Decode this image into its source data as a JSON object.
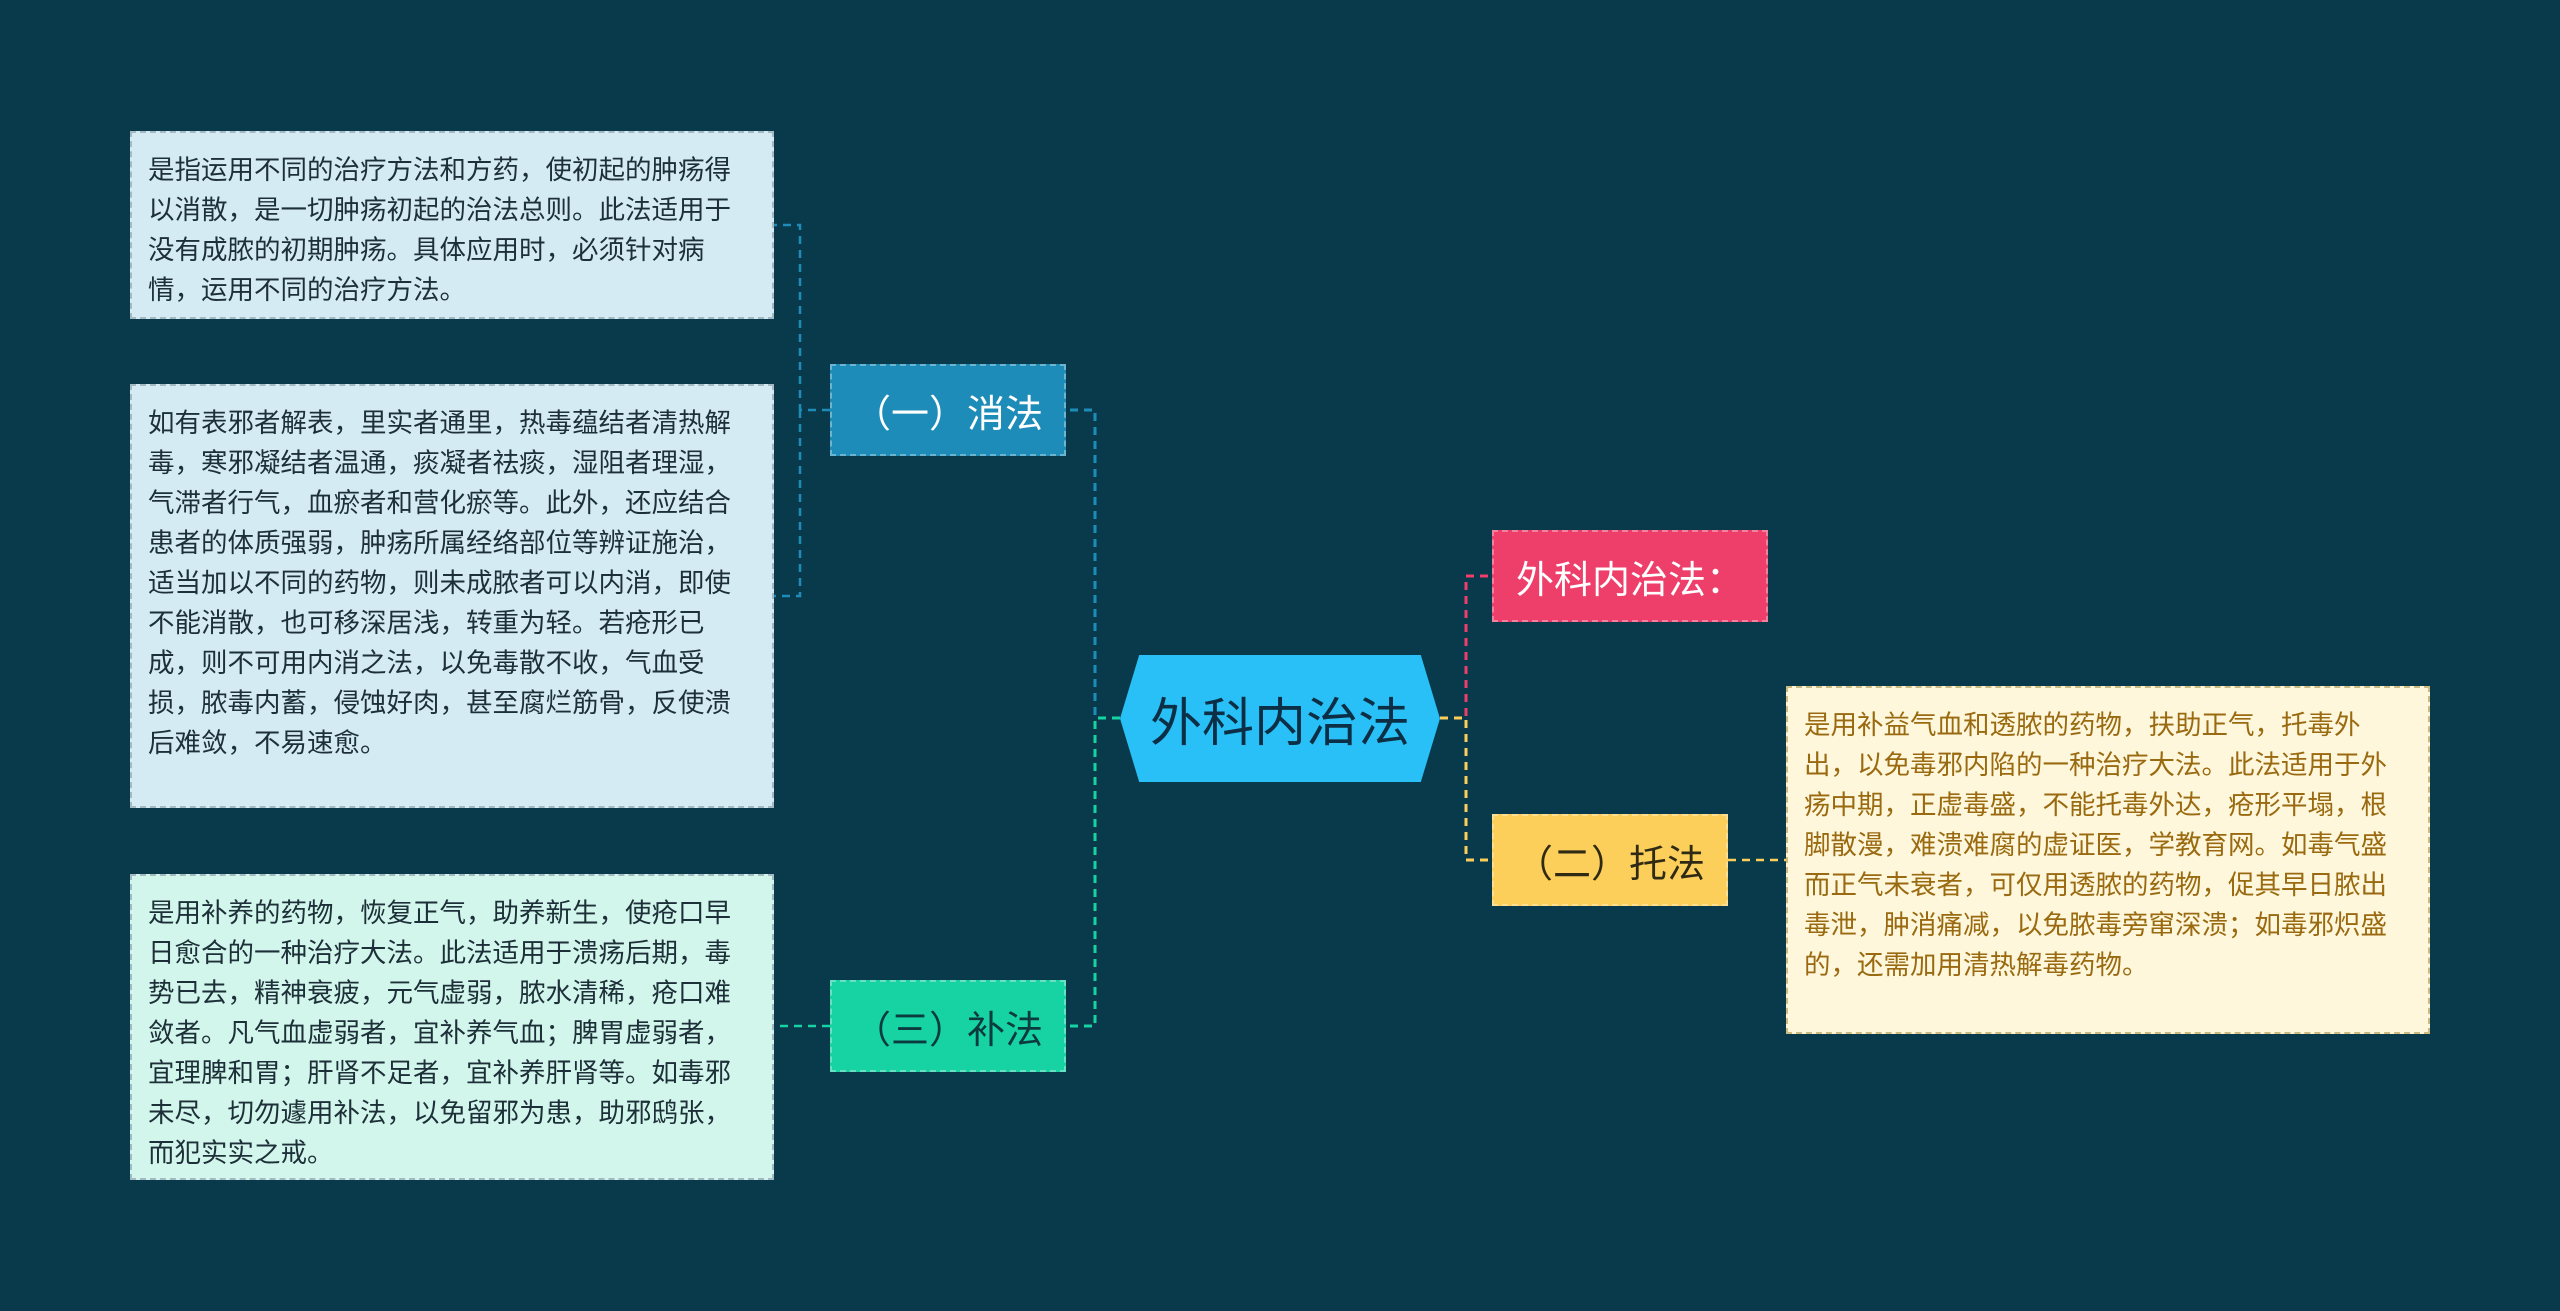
{
  "center": {
    "label": "外科内治法"
  },
  "branches": {
    "xiao": {
      "label": "（一）消法"
    },
    "bu": {
      "label": "（三）补法"
    },
    "waike": {
      "label": "外科内治法："
    },
    "tuo": {
      "label": "（二）托法"
    }
  },
  "leaves": {
    "xiao_1": "是指运用不同的治疗方法和方药，使初起的肿疡得以消散，是一切肿疡初起的治法总则。此法适用于没有成脓的初期肿疡。具体应用时，必须针对病情，运用不同的治疗方法。",
    "xiao_2": "如有表邪者解表，里实者通里，热毒蕴结者清热解毒，寒邪凝结者温通，痰凝者祛痰，湿阻者理湿，气滞者行气，血瘀者和营化瘀等。此外，还应结合患者的体质强弱，肿疡所属经络部位等辨证施治，适当加以不同的药物，则未成脓者可以内消，即使不能消散，也可移深居浅，转重为轻。若疮形已成，则不可用内消之法，以免毒散不收，气血受损，脓毒内蓄，侵蚀好肉，甚至腐烂筋骨，反使溃后难敛，不易速愈。",
    "bu_1": "是用补养的药物，恢复正气，助养新生，使疮口早日愈合的一种治疗大法。此法适用于溃疡后期，毒势已去，精神衰疲，元气虚弱，脓水清稀，疮口难敛者。凡气血虚弱者，宜补养气血；脾胃虚弱者，宜理脾和胃；肝肾不足者，宜补养肝肾等。如毒邪未尽，切勿遽用补法，以免留邪为患，助邪鸱张，而犯实实之戒。",
    "tuo_1": "是用补益气血和透脓的药物，扶助正气，托毒外出，以免毒邪内陷的一种治疗大法。此法适用于外疡中期，正虚毒盛，不能托毒外达，疮形平塌，根脚散漫，难溃难腐的虚证医，学教育网。如毒气盛而正气未衰者，可仅用透脓的药物，促其早日脓出毒泄，肿消痛减，以免脓毒旁窜深溃；如毒邪炽盛的，还需加用清热解毒药物。"
  },
  "colors": {
    "background": "#083a4c",
    "center": "#29c0f7",
    "xiao": "#1e8cb8",
    "bu": "#17d2a2",
    "waike": "#ee3e6a",
    "tuo": "#fccf5b"
  }
}
